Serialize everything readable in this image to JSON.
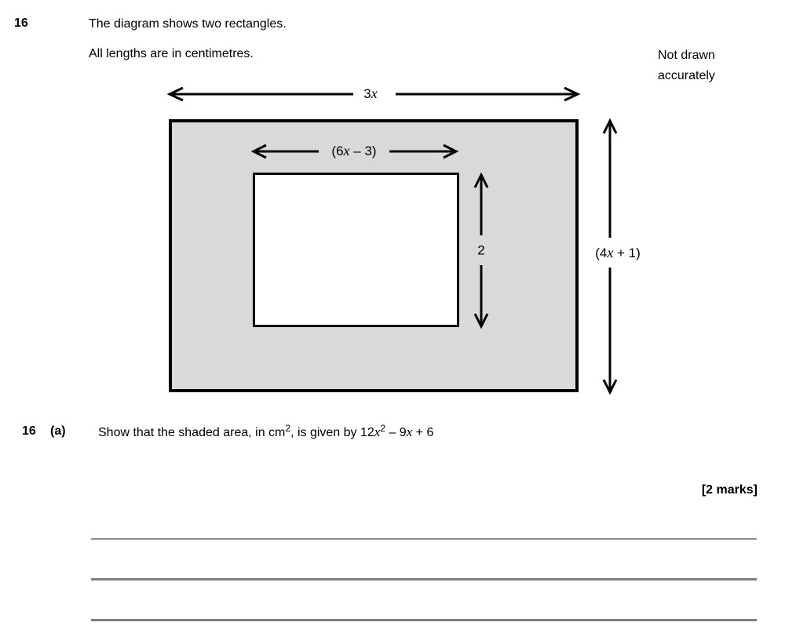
{
  "question": {
    "number": "16",
    "line1": "The diagram shows two rectangles.",
    "line2": "All lengths are in centimetres.",
    "note_line1": "Not drawn",
    "note_line2": "accurately"
  },
  "diagram": {
    "outer_width_label": {
      "pre": "3",
      "var": "x",
      "post": ""
    },
    "inner_width_label": {
      "pre": "(6",
      "var": "x",
      "post": " – 3)"
    },
    "inner_height_label": "2",
    "outer_height_label": {
      "pre": "(4",
      "var": "x",
      "post": " + 1)"
    },
    "colors": {
      "shaded_fill": "#d9d9d9",
      "inner_fill": "#ffffff",
      "outline": "#000000"
    }
  },
  "part_a": {
    "number": "16",
    "letter": "(a)",
    "text1": "Show that the shaded area, in cm",
    "sup1": "2",
    "text2": ", is given by 12",
    "var1": "x",
    "sup2": "2",
    "text3": " – 9",
    "var2": "x",
    "text4": " + 6",
    "marks": "[2 marks]"
  }
}
